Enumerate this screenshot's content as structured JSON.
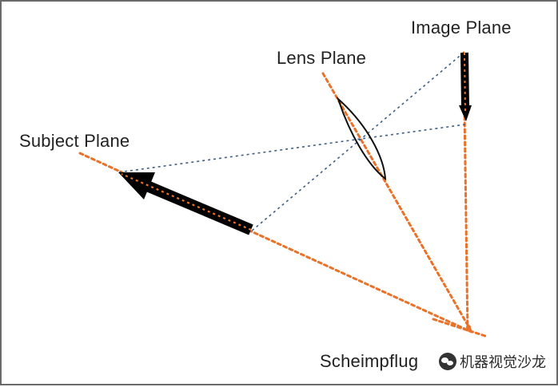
{
  "labels": {
    "image_plane": "Image Plane",
    "lens_plane": "Lens Plane",
    "subject_plane": "Subject Plane",
    "scheimpflug": "Scheimpflug"
  },
  "watermark": {
    "icon": "wechat-icon",
    "text": "机器视觉沙龙"
  },
  "colors": {
    "plane_line": "#e8722a",
    "ray_line": "#3f5f85",
    "lens_stroke": "#111111",
    "arrow_fill": "#000000",
    "frame_border": "#6a6a6a"
  }
}
